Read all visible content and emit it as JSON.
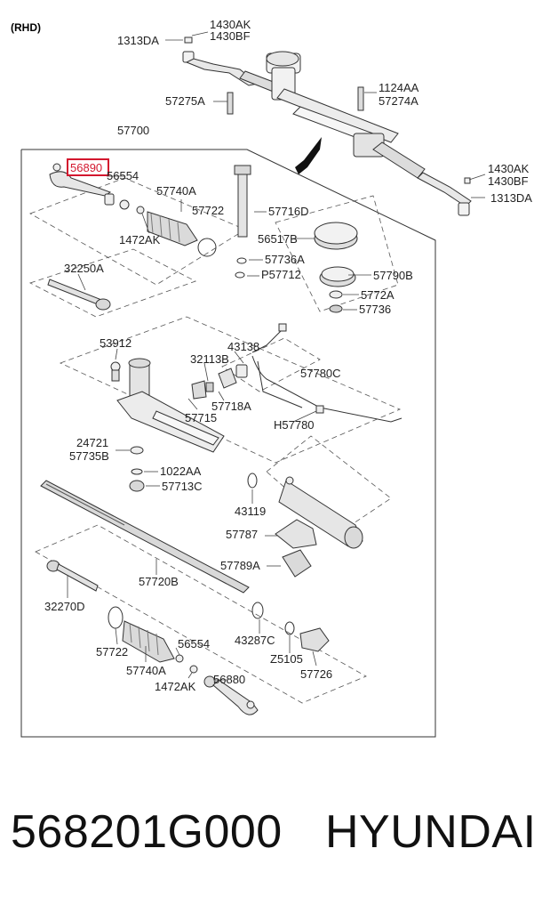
{
  "header": {
    "variant": "(RHD)"
  },
  "labels": {
    "l1430ak_top": "1430AK",
    "l1430bf_top": "1430BF",
    "l1313da_top": "1313DA",
    "l1124aa": "1124AA",
    "l57274a": "57274A",
    "l57275a": "57275A",
    "l57700": "57700",
    "l56890": "56890",
    "l56554_top": "56554",
    "l57740a_top": "57740A",
    "l57722_top": "57722",
    "l57716d": "57716D",
    "l1472ak_top": "1472AK",
    "l56517b": "56517B",
    "l57736a": "57736A",
    "lp57712": "P57712",
    "l57790b": "57790B",
    "l5772a": "5772A",
    "l57736": "57736",
    "l32250a": "32250A",
    "l1430ak_r": "1430AK",
    "l1430bf_r": "1430BF",
    "l1313da_r": "1313DA",
    "l53912": "53912",
    "l43138": "43138",
    "l32113b": "32113B",
    "l57780c": "57780C",
    "l57718a": "57718A",
    "l57715": "57715",
    "lh57780": "H57780",
    "l24721": "24721",
    "l57735b": "57735B",
    "l1022aa": "1022AA",
    "l57713c": "57713C",
    "l43119": "43119",
    "l57787": "57787",
    "l57789a": "57789A",
    "l32270d": "32270D",
    "l57720b": "57720B",
    "l57722_bot": "57722",
    "l57740a_bot": "57740A",
    "l56554_bot": "56554",
    "l1472ak_bot": "1472AK",
    "l56880": "56880",
    "l43287c": "43287C",
    "lz5105": "Z5105",
    "l57726": "57726"
  },
  "highlight_color": "#d3172e",
  "footer": {
    "part_number": "568201G000",
    "brand": "HYUNDAI"
  }
}
